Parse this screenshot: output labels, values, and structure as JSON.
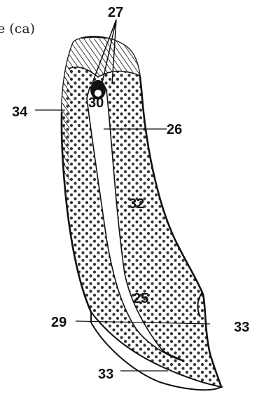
{
  "caption_fragment": "e (ca)",
  "labels": {
    "l27": "27",
    "l34": "34",
    "l30": "30",
    "l26": "26",
    "l32": "32",
    "l25": "25",
    "l29": "29",
    "l33_right": "33",
    "l33_bottom": "33"
  },
  "colors": {
    "ink": "#111111",
    "dots": "#333333",
    "background": "#ffffff"
  }
}
